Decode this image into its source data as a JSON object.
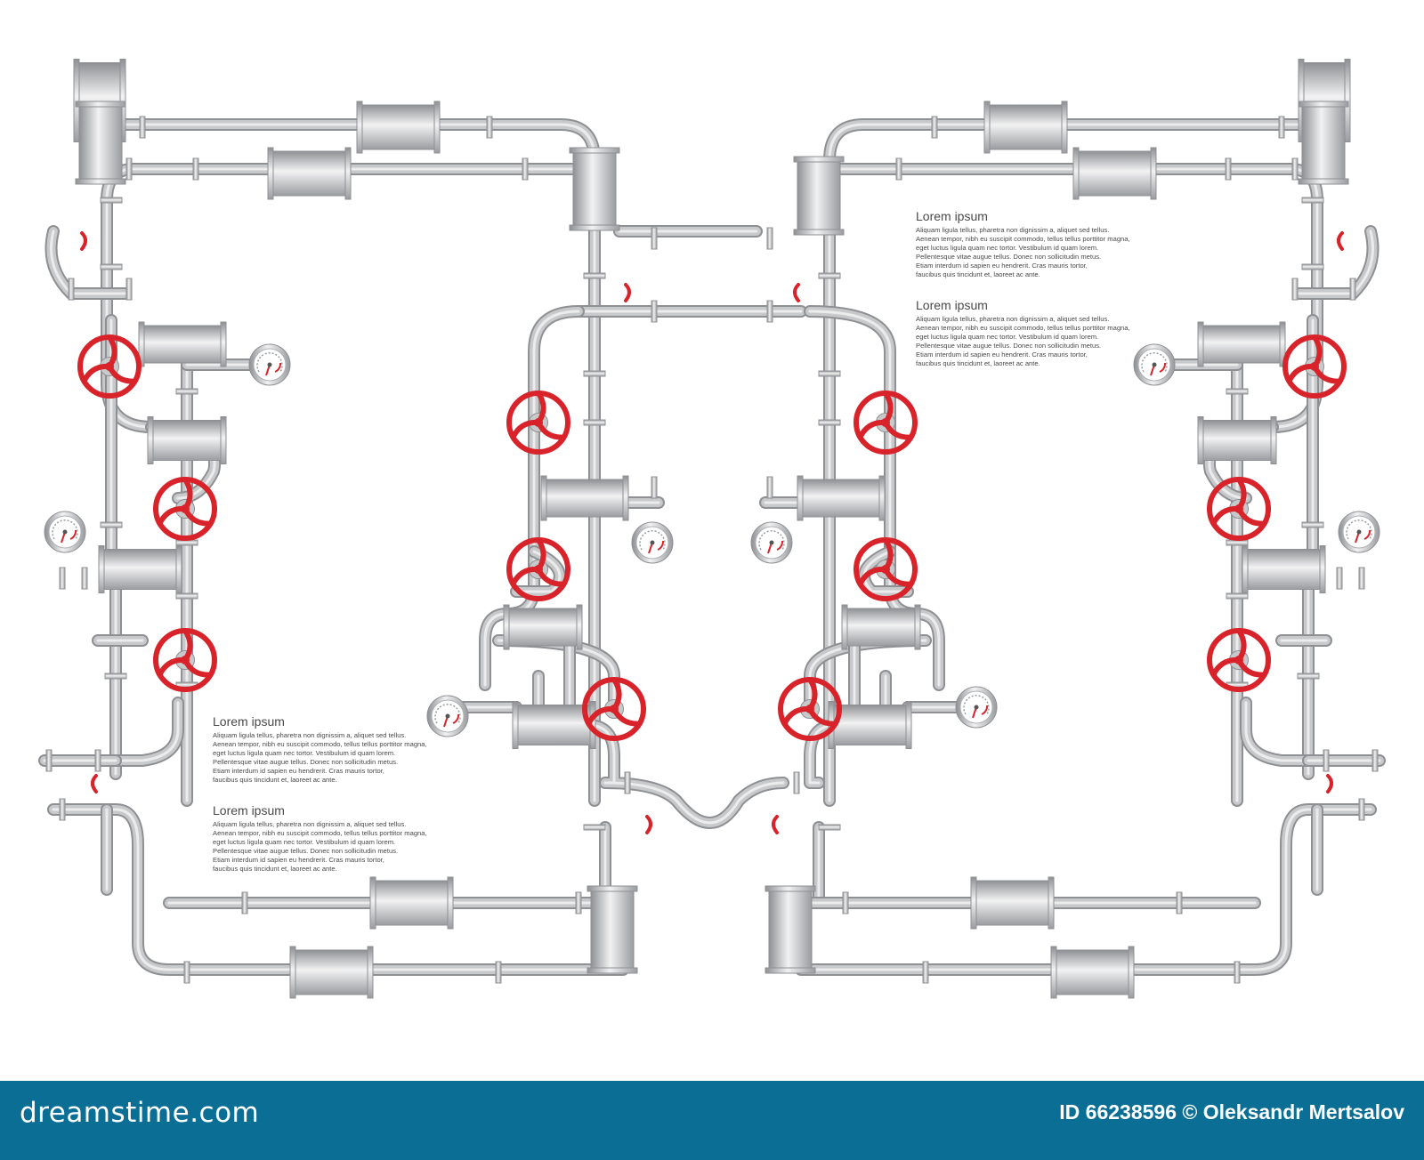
{
  "colors": {
    "pipe": "#c8c9cb",
    "pipe_dark": "#8e9093",
    "pipe_light": "#f2f2f3",
    "valve": "#d8232a",
    "footer_bg": "#0b6e94",
    "footer_text": "#ffffff",
    "text": "#4a4a4a"
  },
  "text_blocks": [
    {
      "title": "Lorem ipsum",
      "lines": [
        "Aliquam ligula tellus, pharetra non dignissim a, aliquet sed tellus.",
        "Aenean tempor, nibh eu suscipit commodo, tellus tellus porttitor magna,",
        "eget luctus ligula quam nec tortor. Vestibulum id quam lorem.",
        "Pellentesque vitae augue tellus. Donec non sollicitudin metus.",
        "Etiam interdum id sapien eu hendrerit. Cras mauris tortor,",
        "faucibus quis tincidunt et, laoreet ac ante."
      ]
    },
    {
      "title": "Lorem ipsum",
      "lines": [
        "Aliquam ligula tellus, pharetra non dignissim a, aliquet sed tellus.",
        "Aenean tempor, nibh eu suscipit commodo, tellus tellus porttitor magna,",
        "eget luctus ligula quam nec tortor. Vestibulum id quam lorem.",
        "Pellentesque vitae augue tellus. Donec non sollicitudin metus.",
        "Etiam interdum id sapien eu hendrerit. Cras mauris tortor,",
        "faucibus quis tincidunt et, laoreet ac ante."
      ]
    },
    {
      "title": "Lorem ipsum",
      "lines": [
        "Aliquam ligula tellus, pharetra non dignissim a, aliquet sed tellus.",
        "Aenean tempor, nibh eu suscipit commodo, tellus tellus porttitor magna,",
        "eget luctus ligula quam nec tortor. Vestibulum id quam lorem.",
        "Pellentesque vitae augue tellus. Donec non sollicitudin metus.",
        "Etiam interdum id sapien eu hendrerit. Cras mauris tortor,",
        "faucibus quis tincidunt et, laoreet ac ante."
      ]
    },
    {
      "title": "Lorem ipsum",
      "lines": [
        "Aliquam ligula tellus, pharetra non dignissim a, aliquet sed tellus.",
        "Aenean tempor, nibh eu suscipit commodo, tellus tellus porttitor magna,",
        "eget luctus ligula quam nec tortor. Vestibulum id quam lorem.",
        "Pellentesque vitae augue tellus. Donec non sollicitudin metus.",
        "Etiam interdum id sapien eu hendrerit. Cras mauris tortor,",
        "faucibus quis tincidunt et, laoreet ac ante."
      ]
    }
  ],
  "footer": {
    "logo": "dreamstime.com",
    "credit": "ID 66238596 © Oleksandr Mertsalov"
  }
}
